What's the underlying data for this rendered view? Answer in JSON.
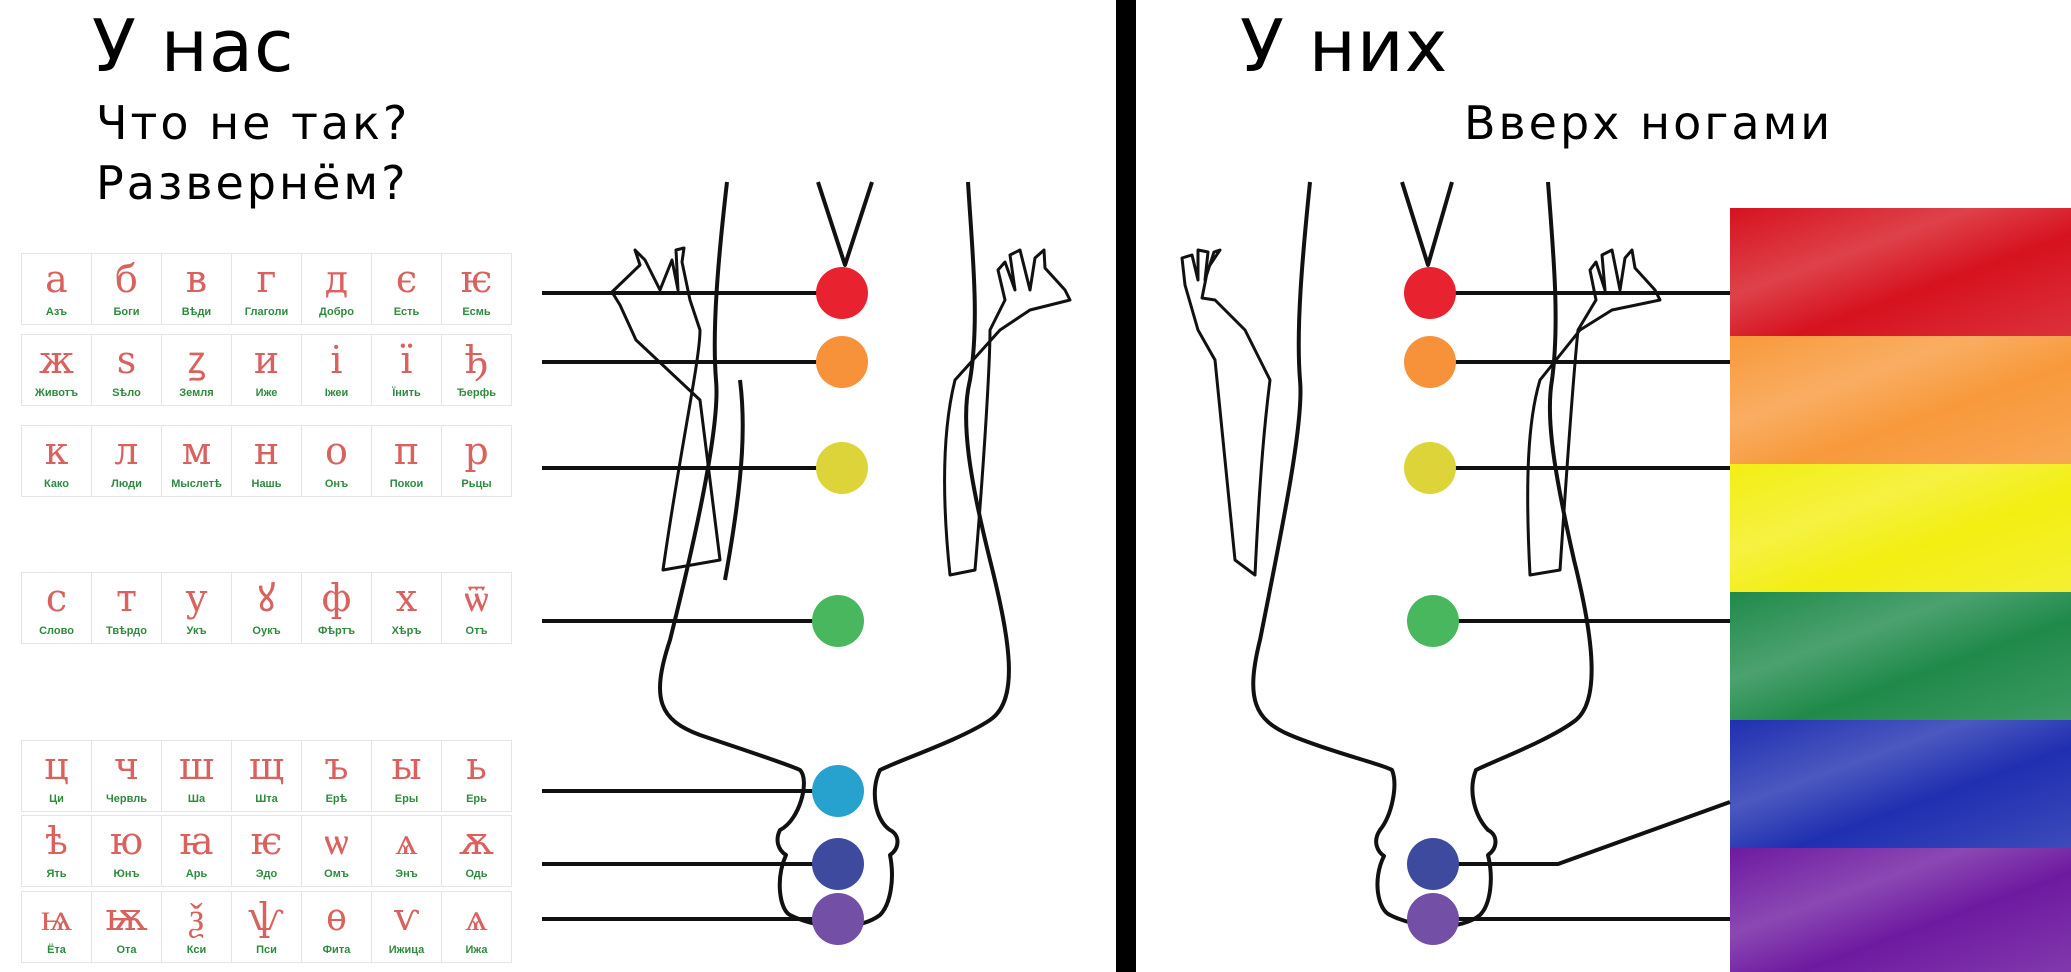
{
  "left": {
    "title": "У нас",
    "subtitle1": "Что не так?",
    "subtitle2": "Развернём?"
  },
  "right": {
    "title": "У них",
    "subtitle": "Вверх ногами"
  },
  "alphabet": [
    [
      [
        "а",
        "Азъ"
      ],
      [
        "б",
        "Боги"
      ],
      [
        "в",
        "Вѣди"
      ],
      [
        "г",
        "Глаголи"
      ],
      [
        "д",
        "Добро"
      ],
      [
        "є",
        "Есть"
      ],
      [
        "ѥ",
        "Есмь"
      ]
    ],
    [
      [
        "ж",
        "Животъ"
      ],
      [
        "ѕ",
        "Sѣло"
      ],
      [
        "ꙁ",
        "Земля"
      ],
      [
        "и",
        "Иже"
      ],
      [
        "і",
        "Iжеи"
      ],
      [
        "ї",
        "Їнить"
      ],
      [
        "ђ",
        "Ђерфь"
      ]
    ],
    [
      [
        "к",
        "Како"
      ],
      [
        "л",
        "Люди"
      ],
      [
        "м",
        "Мыслетѣ"
      ],
      [
        "н",
        "Нашь"
      ],
      [
        "о",
        "Онъ"
      ],
      [
        "п",
        "Покои"
      ],
      [
        "р",
        "Рьцы"
      ]
    ],
    [
      [
        "с",
        "Слово"
      ],
      [
        "т",
        "Твѣрдо"
      ],
      [
        "у",
        "Укъ"
      ],
      [
        "ꙋ",
        "Оукъ"
      ],
      [
        "ф",
        "Фѣртъ"
      ],
      [
        "х",
        "Хѣръ"
      ],
      [
        "ѿ",
        "Отъ"
      ]
    ],
    [
      [
        "ц",
        "Ци"
      ],
      [
        "ч",
        "Червль"
      ],
      [
        "ш",
        "Ша"
      ],
      [
        "щ",
        "Шта"
      ],
      [
        "ъ",
        "Ерѣ"
      ],
      [
        "ы",
        "Еры"
      ],
      [
        "ь",
        "Ерь"
      ]
    ],
    [
      [
        "ѣ",
        "Ять"
      ],
      [
        "ю",
        "Юнъ"
      ],
      [
        "ꙗ",
        "Арь"
      ],
      [
        "ѥ",
        "Эдо"
      ],
      [
        "ѡ",
        "Омъ"
      ],
      [
        "ѧ",
        "Энъ"
      ],
      [
        "ѫ",
        "Одь"
      ]
    ],
    [
      [
        "ѩ",
        "Ёта"
      ],
      [
        "ѭ",
        "Ота"
      ],
      [
        "ѯ",
        "Кси"
      ],
      [
        "ѱ",
        "Пси"
      ],
      [
        "ѳ",
        "Фита"
      ],
      [
        "ѵ",
        "Ижица"
      ],
      [
        "ѧ",
        "Ижа"
      ]
    ]
  ],
  "colors": {
    "chakra_red": "#e8232f",
    "chakra_orange": "#f7923a",
    "chakra_yellow": "#ddd43a",
    "chakra_green": "#48b75e",
    "chakra_blue": "#27a1cd",
    "chakra_indigo": "#3e4a9e",
    "chakra_violet": "#7350a6",
    "flag": [
      "#d6121e",
      "#f8993b",
      "#f3ee12",
      "#1f8a4a",
      "#1f2fb0",
      "#6e1aa0"
    ]
  }
}
